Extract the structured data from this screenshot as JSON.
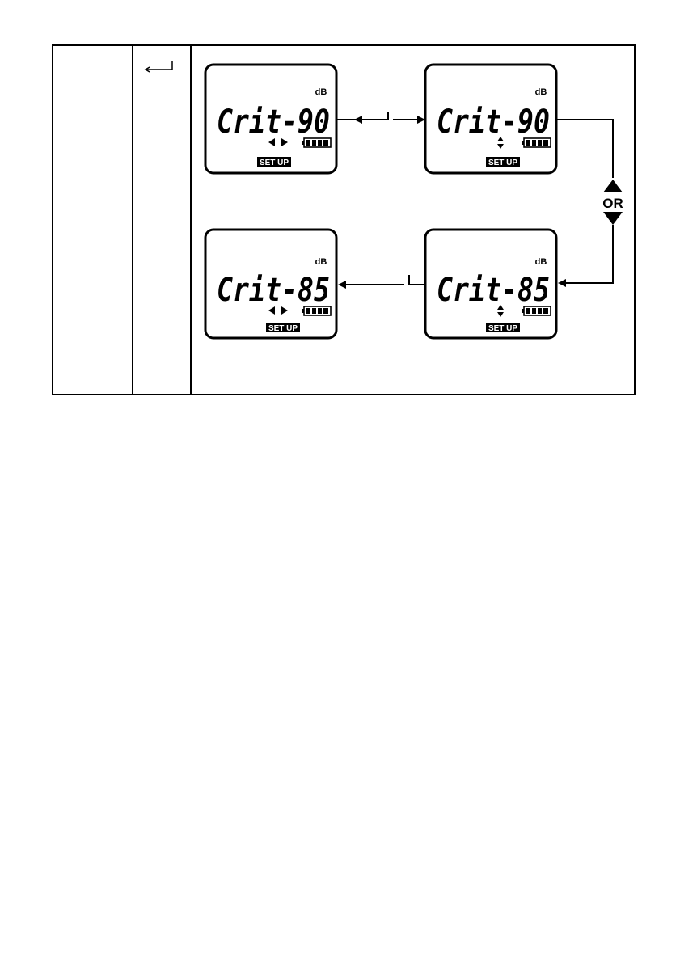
{
  "table": {
    "key_icon": "enter-key-icon"
  },
  "screens": [
    {
      "id": "top-left",
      "readout": "Crit-90",
      "unit": "dB",
      "badge": "SET UP",
      "nav_icon": "left-right-arrows-icon",
      "battery_icon": "battery-full-icon"
    },
    {
      "id": "top-right",
      "readout": "Crit-90",
      "unit": "dB",
      "badge": "SET UP",
      "nav_icon": "up-down-arrows-icon",
      "battery_icon": "battery-full-icon"
    },
    {
      "id": "bottom-right",
      "readout": "Crit-85",
      "unit": "dB",
      "badge": "SET UP",
      "nav_icon": "up-down-arrows-icon",
      "battery_icon": "battery-full-icon"
    },
    {
      "id": "bottom-left",
      "readout": "Crit-85",
      "unit": "dB",
      "badge": "SET UP",
      "nav_icon": "left-right-arrows-icon",
      "battery_icon": "battery-full-icon"
    }
  ],
  "connectors": {
    "or_label": "OR",
    "or_icons": [
      "triangle-up-icon",
      "triangle-down-icon"
    ],
    "step_icon": "enter-key-icon"
  },
  "colors": {
    "ink": "#000000",
    "paper": "#ffffff"
  }
}
